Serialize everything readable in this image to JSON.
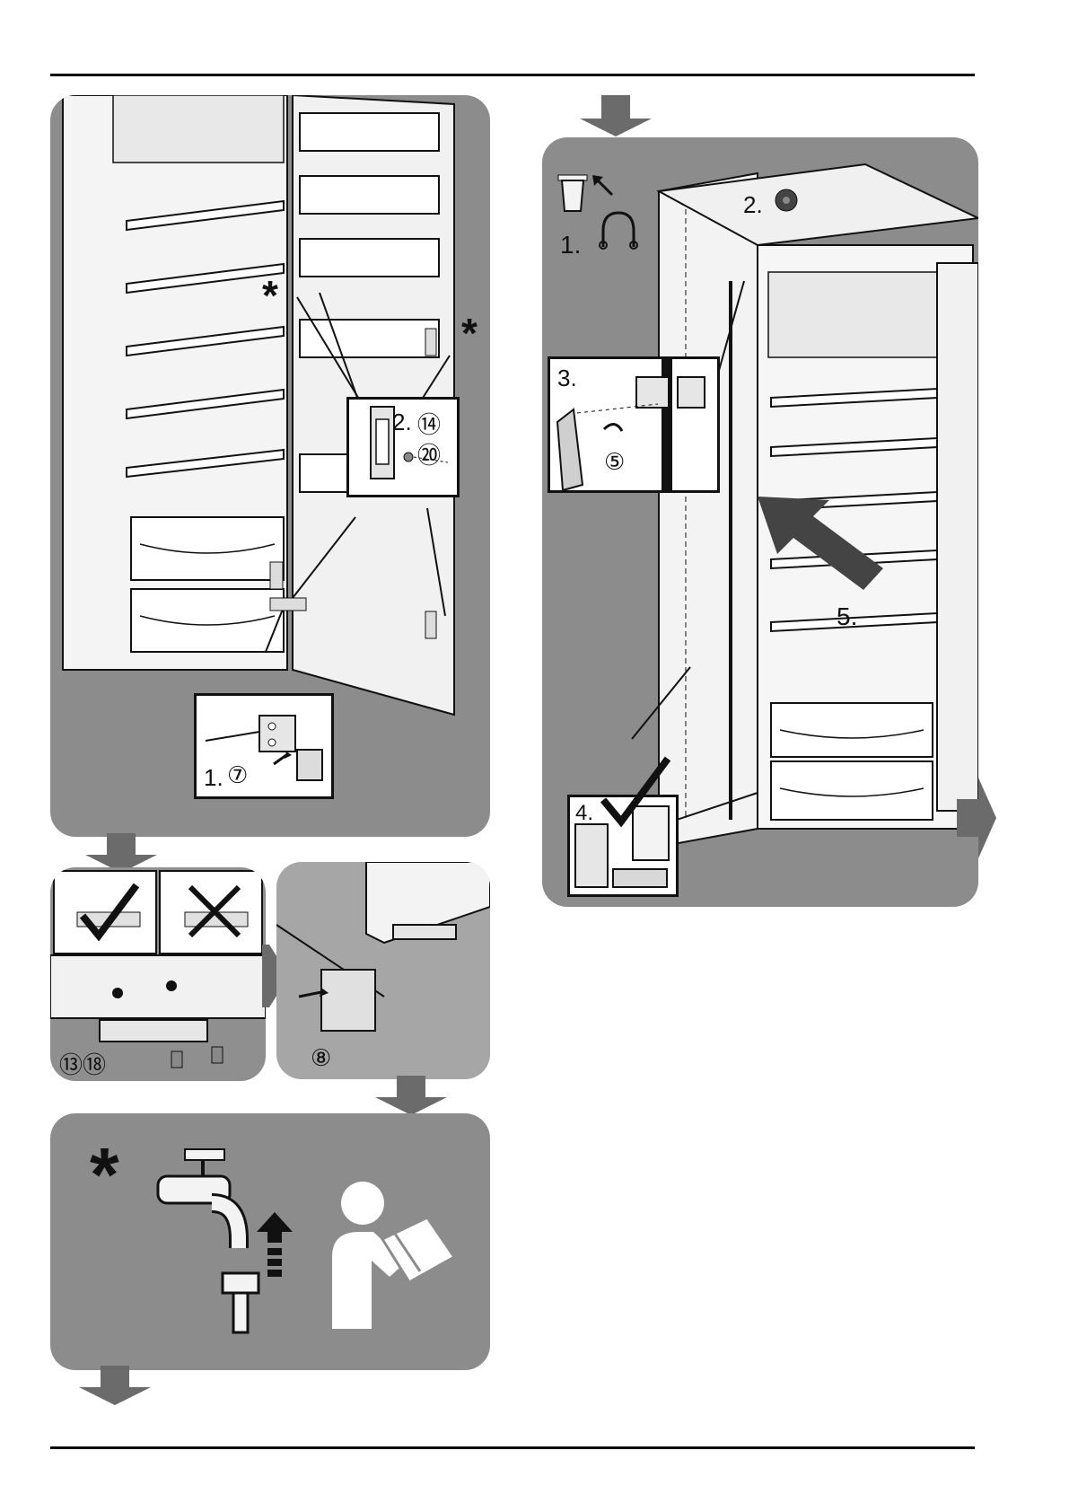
{
  "colors": {
    "panel": "#8c8c8c",
    "panel_light": "#a7a7a7",
    "arrow": "#6b6b6b",
    "line": "#111111"
  },
  "panel_left": {
    "asterisk_1": "*",
    "asterisk_2": "*",
    "callout_screw": {
      "step": "2.",
      "part_a": "⑭",
      "part_b": "⑳"
    },
    "callout_hinge": {
      "step": "1.",
      "part": "⑦"
    }
  },
  "panel_bracket": {
    "parts": "⑬⑱"
  },
  "panel_cover": {
    "part": "⑧"
  },
  "panel_water": {
    "asterisk": "*",
    "icons": [
      "water-tap-icon",
      "connector-up-arrow-icon",
      "read-manual-icon"
    ]
  },
  "panel_right": {
    "step1": "1.",
    "step2": "2.",
    "step3": "3.",
    "step3_part": "⑤",
    "step4": "4.",
    "step5": "5.",
    "icons": [
      "waste-bin-icon",
      "lifting-handle-icon",
      "check-icon",
      "push-arrow-icon"
    ]
  }
}
